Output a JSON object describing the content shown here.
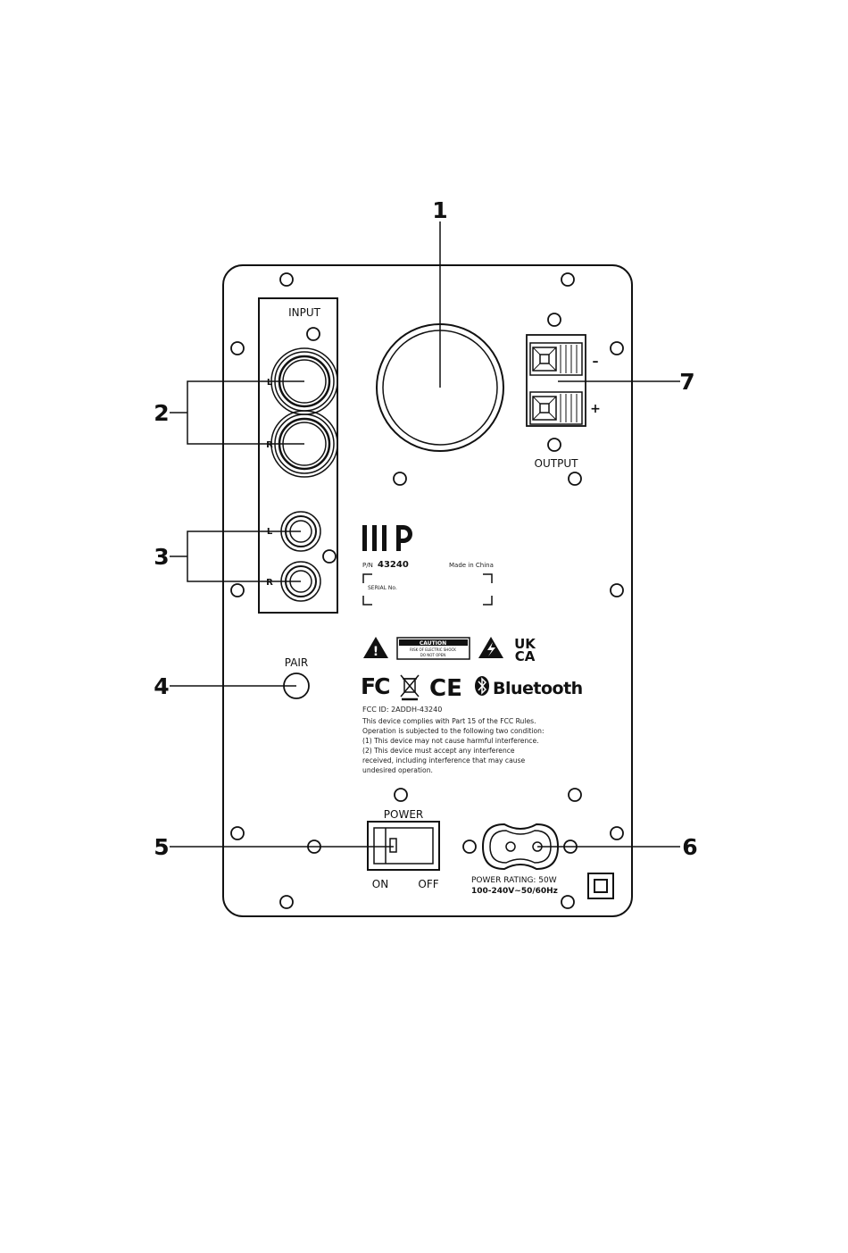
{
  "callouts": [
    "1",
    "2",
    "3",
    "4",
    "5",
    "6",
    "7"
  ],
  "panel": {
    "input_label": "INPUT",
    "output_label": "OUTPUT",
    "channel_l": "L",
    "channel_r": "R",
    "minus": "–",
    "plus": "+",
    "pair_label": "PAIR",
    "power_label": "POWER",
    "on_label": "ON",
    "off_label": "OFF",
    "pn_prefix": "P/N",
    "pn_value": "43240",
    "made_in": "Made in China",
    "serial_label": "SERIAL No.",
    "caution_title": "CAUTION",
    "caution_line1": "RISK OF ELECTRIC SHOCK",
    "caution_line2": "DO NOT OPEN",
    "ukca_top": "UK",
    "ukca_bottom": "CA",
    "fc_mark": "FC",
    "ce_mark": "CE",
    "bluetooth": "Bluetooth",
    "fcc_id": "FCC ID: 2ADDH-43240",
    "fcc_lines": [
      "This device complies with Part 15 of the FCC Rules.",
      "Operation is subjected to the following two condition:",
      "(1) This device may not cause harmful interference.",
      "(2) This device must accept any interference",
      "received, including interference that may cause",
      "undesired operation."
    ],
    "power_rating": "POWER RATING: 50W",
    "voltage": "100-240V~50/60Hz"
  },
  "colors": {
    "ink": "#111111",
    "paper": "#ffffff"
  }
}
